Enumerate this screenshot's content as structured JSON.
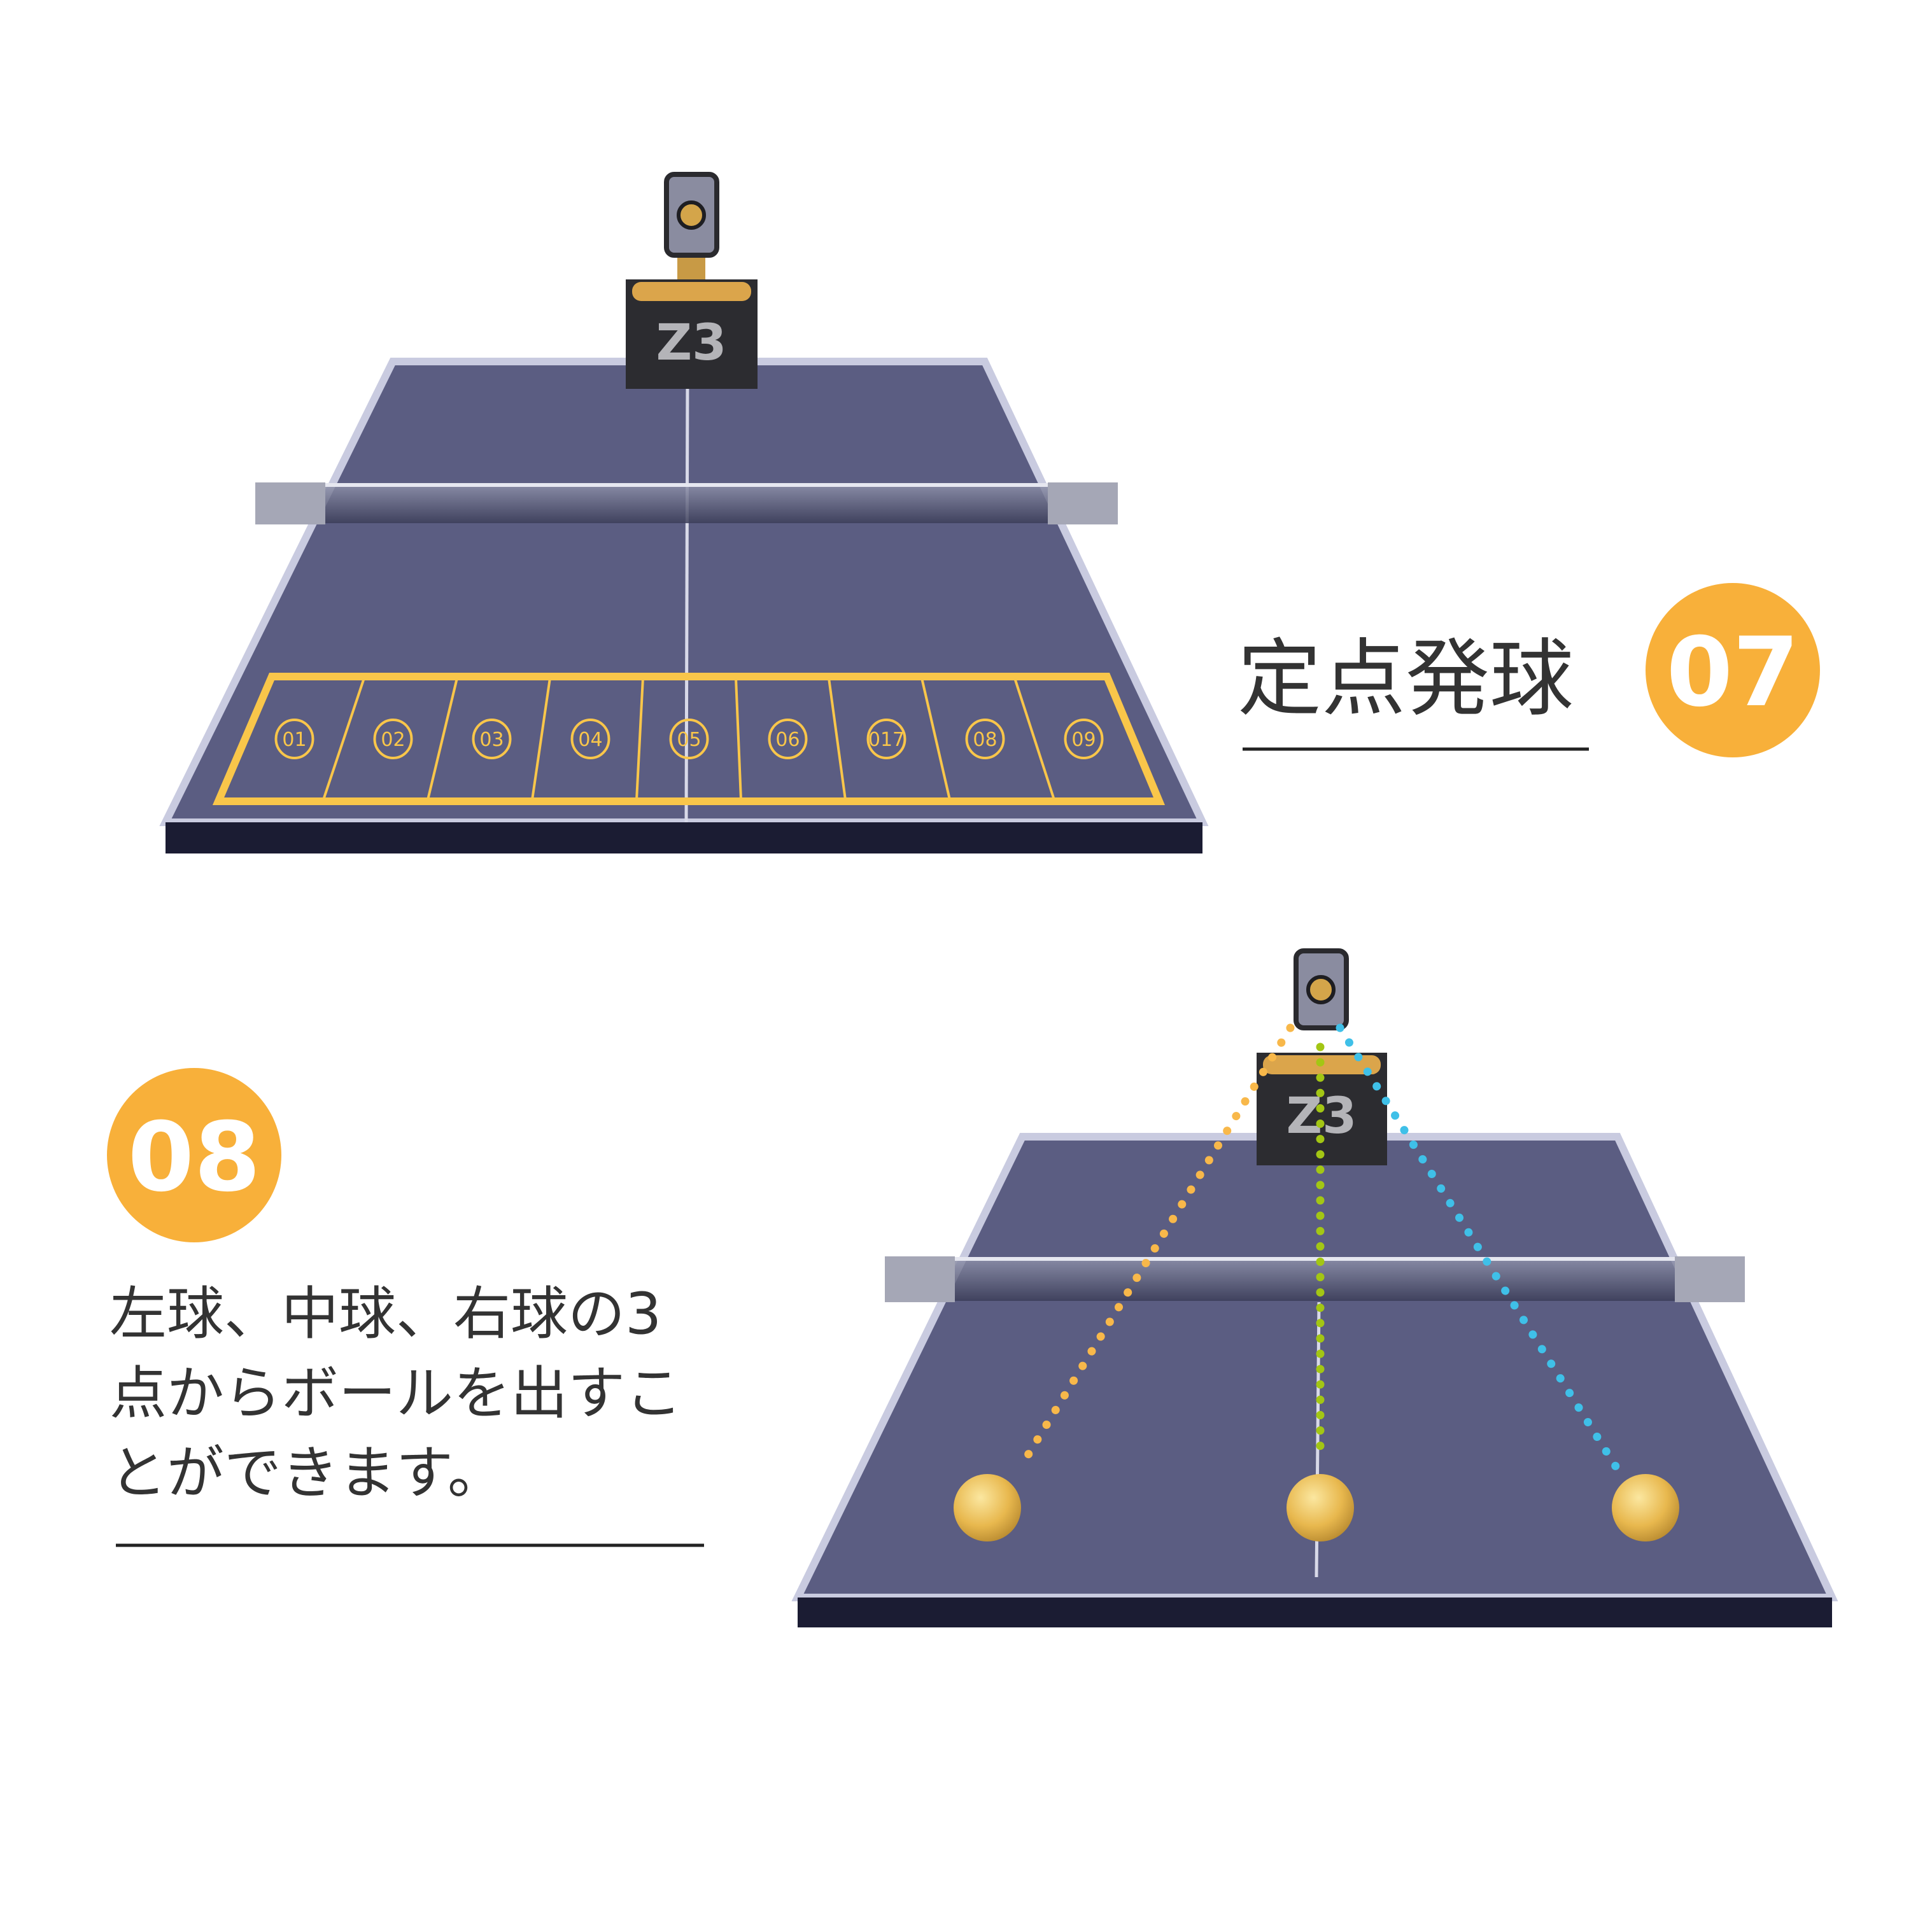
{
  "colors": {
    "table": "#5b5d82",
    "table_edge": "#1b1c33",
    "accent": "#f8b03a",
    "zone": "#f9c64a",
    "left_trajectory": "#f8b84a",
    "center_trajectory": "#a3c614",
    "right_trajectory": "#3fc0e8",
    "text": "#333333"
  },
  "feature07": {
    "badge": "07",
    "title": "定点発球",
    "zones": [
      "01",
      "02",
      "03",
      "04",
      "05",
      "06",
      "017",
      "08",
      "09"
    ],
    "robot_logo": "Z3"
  },
  "feature08": {
    "badge": "08",
    "description_lines": [
      "左球、中球、右球の3",
      "点からボールを出すこ",
      "とができます。"
    ],
    "robot_logo": "Z3",
    "trajectories": [
      "left",
      "center",
      "right"
    ]
  }
}
